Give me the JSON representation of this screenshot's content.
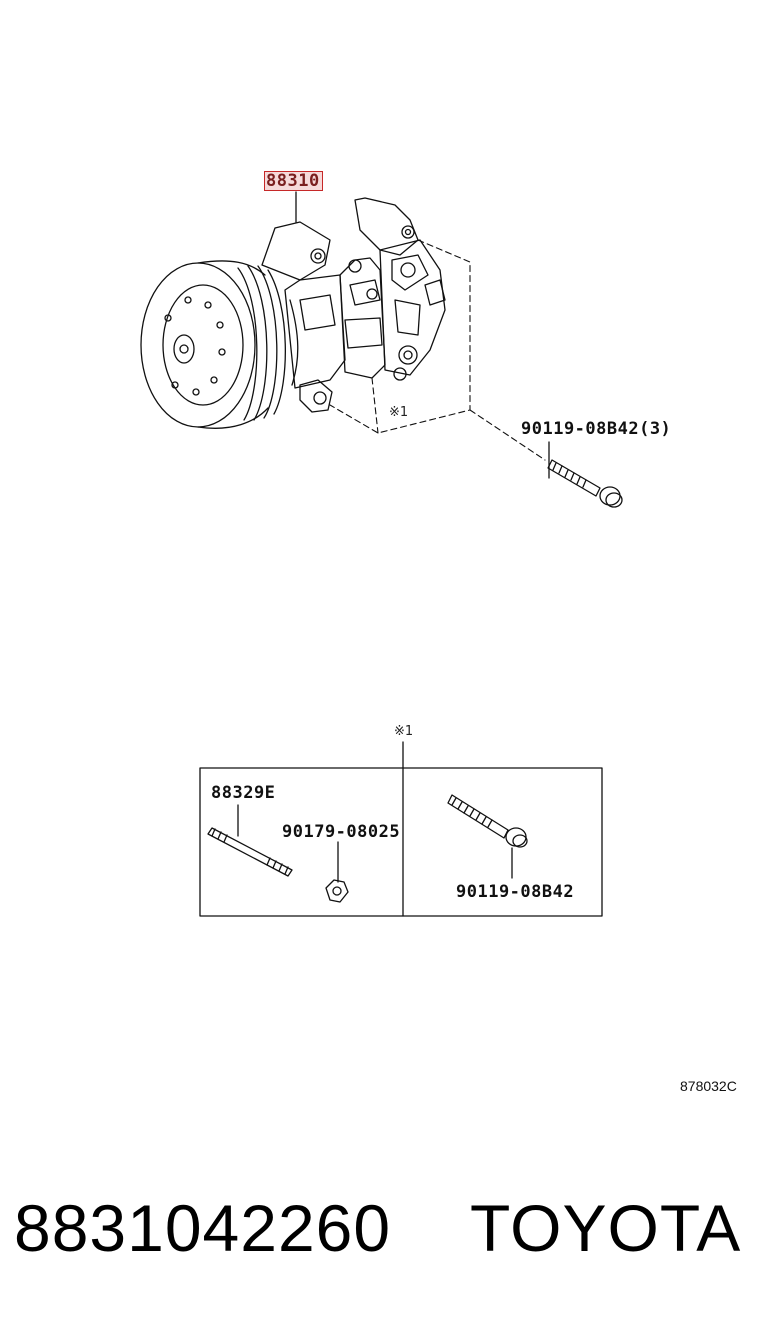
{
  "diagram": {
    "main_part": "88310",
    "bolt_label": "90119-08B42(3)",
    "ref_mark": "※1",
    "detail_mark": "※1",
    "detail": {
      "stud": "88329E",
      "nut": "90179-08025",
      "bolt": "90119-08B42"
    },
    "ref_code": "878032C"
  },
  "footer": {
    "part_number": "8831042260",
    "brand": "TOYOTA"
  },
  "colors": {
    "highlight": "#c62828",
    "line": "#111111"
  }
}
